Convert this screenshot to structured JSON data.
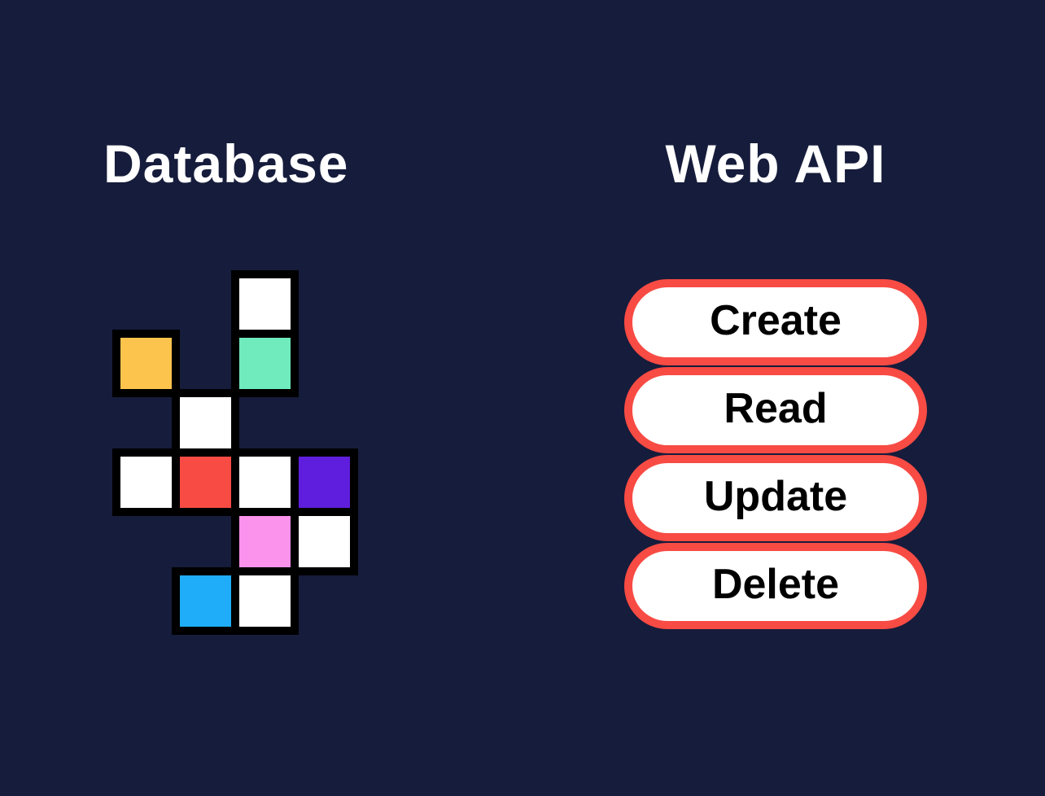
{
  "background_color": "#161C3B",
  "title_color": "#FFFFFF",
  "database": {
    "title": "Database",
    "grid": {
      "cell_size": 63,
      "pitch": 73,
      "border_width": 10,
      "border_color": "#000000",
      "cells": [
        {
          "col": 2,
          "row": 0,
          "color": "#FFFFFF",
          "name": "white-1"
        },
        {
          "col": 0,
          "row": 1,
          "color": "#FCC44D",
          "name": "orange"
        },
        {
          "col": 2,
          "row": 1,
          "color": "#6FEBBD",
          "name": "mint"
        },
        {
          "col": 1,
          "row": 2,
          "color": "#FFFFFF",
          "name": "white-2"
        },
        {
          "col": 0,
          "row": 3,
          "color": "#FFFFFF",
          "name": "white-3"
        },
        {
          "col": 1,
          "row": 3,
          "color": "#F74B44",
          "name": "red"
        },
        {
          "col": 2,
          "row": 3,
          "color": "#FFFFFF",
          "name": "white-4"
        },
        {
          "col": 3,
          "row": 3,
          "color": "#5F1EDD",
          "name": "purple"
        },
        {
          "col": 2,
          "row": 4,
          "color": "#FB92EC",
          "name": "pink"
        },
        {
          "col": 3,
          "row": 4,
          "color": "#FFFFFF",
          "name": "white-5"
        },
        {
          "col": 1,
          "row": 5,
          "color": "#1FADFA",
          "name": "blue"
        },
        {
          "col": 2,
          "row": 5,
          "color": "#FFFFFF",
          "name": "white-6"
        }
      ]
    }
  },
  "web_api": {
    "title": "Web API",
    "button_border_color": "#F74B44",
    "button_fill_color": "#FFFFFF",
    "button_text_color": "#000000",
    "buttons": [
      {
        "label": "Create"
      },
      {
        "label": "Read"
      },
      {
        "label": "Update"
      },
      {
        "label": "Delete"
      }
    ]
  }
}
